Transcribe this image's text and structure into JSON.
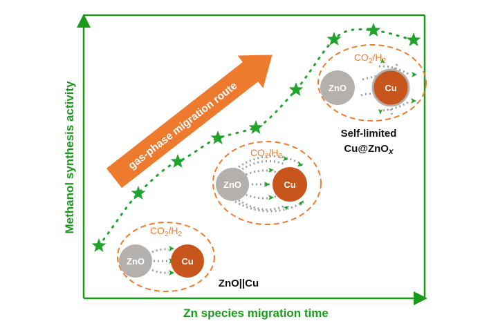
{
  "axes": {
    "y_label": "Methanol synthesis activity",
    "x_label": "Zn species migration time"
  },
  "route_arrow": {
    "label": "gas-phase migration route"
  },
  "stages": [
    {
      "gas": "CO2/H2",
      "zno": "ZnO",
      "cu": "Cu",
      "label": "ZnO||Cu"
    },
    {
      "gas": "CO2/H2",
      "zno": "ZnO",
      "cu": "Cu"
    },
    {
      "gas": "CO2/H2",
      "zno": "ZnO",
      "cu": "Cu",
      "label_line1": "Self-limited",
      "label_line2": "Cu@ZnOx"
    }
  ],
  "colors": {
    "axis_green": "#1a9a1a",
    "star_green": "#1fa32a",
    "arrow_orange": "#ee7a2e",
    "cu_orange": "#c8561c",
    "zno_gray": "#b3b0ae",
    "dash_orange": "#f07a2a",
    "dot_gray": "#9c9c9c"
  }
}
